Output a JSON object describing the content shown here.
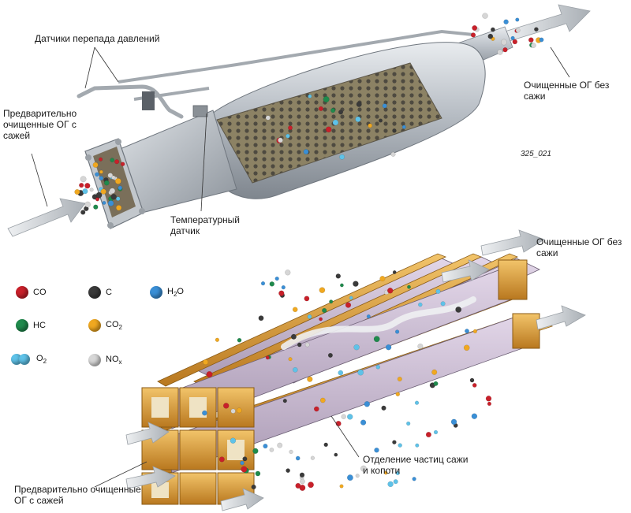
{
  "labels": {
    "pressure_sensors": "Датчики перепада давлений",
    "clean_out_top_1": "Очищенные ОГ без",
    "clean_out_top_2": "сажи",
    "pre_clean_1": "Предварительно",
    "pre_clean_2": "очищенные ОГ с",
    "pre_clean_3": "сажей",
    "figure_id": "325_021",
    "temp_sensor_1": "Температурный",
    "temp_sensor_2": "датчик",
    "clean_out_mid_1": "Очищенные ОГ без",
    "clean_out_mid_2": "сажи",
    "separation_1": "Отделение частиц сажи",
    "separation_2": "и копоти",
    "pre_clean_bottom_1": "Предварительно очищенные",
    "pre_clean_bottom_2": "ОГ с сажей"
  },
  "legend": [
    {
      "id": "co",
      "label": "CO",
      "color": "#c8202a",
      "icon": "red-sphere"
    },
    {
      "id": "c",
      "label": "C",
      "color": "#3a3a3a",
      "icon": "black-sphere"
    },
    {
      "id": "h2o",
      "label": "H",
      "sub": "2",
      "post": "O",
      "color": "#3a8fd6",
      "icon": "blue-sphere"
    },
    {
      "id": "hc",
      "label": "HC",
      "color": "#1f8a4c",
      "icon": "green-sphere"
    },
    {
      "id": "co2",
      "label": "CO",
      "sub": "2",
      "color": "#f0a820",
      "icon": "orange-sphere"
    },
    {
      "id": "o2",
      "label": "O",
      "sub": "2",
      "color": "#5fc2e8",
      "icon": "double-cyan-sphere"
    },
    {
      "id": "nox",
      "label": "NO",
      "sub": "x",
      "color": "#d6d6d6",
      "icon": "white-sphere"
    }
  ],
  "colors": {
    "steel": "#b9bec4",
    "steel_dark": "#7d848c",
    "honeycomb": "#8a7e62",
    "channel_wall": "#d59b3a",
    "channel_inner": "#c7b8cf",
    "arrow": "#c9cdd2"
  }
}
